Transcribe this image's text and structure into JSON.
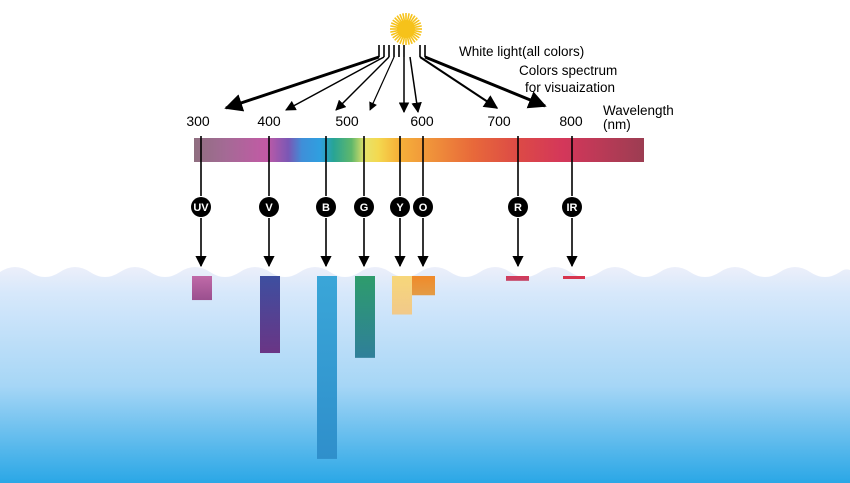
{
  "labels": {
    "white_light": "White light(all colors)",
    "spectrum_line1": "Colors spectrum",
    "spectrum_line2": "for visuaization",
    "wavelength_line1": "Wavelength",
    "wavelength_line2": "(nm)"
  },
  "ticks": [
    "300",
    "400",
    "500",
    "600",
    "700",
    "800"
  ],
  "bands": [
    {
      "id": "uv",
      "label": "UV",
      "color_top": "#c06aa8",
      "color_bottom": "#9a4f8e",
      "depth": 0.05
    },
    {
      "id": "v",
      "label": "V",
      "color_top": "#3d4fa0",
      "color_bottom": "#6a3585",
      "depth": 0.16
    },
    {
      "id": "b",
      "label": "B",
      "color_top": "#3aa6d8",
      "color_bottom": "#2f8fcb",
      "depth": 0.38
    },
    {
      "id": "g",
      "label": "G",
      "color_top": "#2e9c6c",
      "color_bottom": "#2f7f9a",
      "depth": 0.17
    },
    {
      "id": "y",
      "label": "Y",
      "color_top": "#f7d77a",
      "color_bottom": "#f1c98a",
      "depth": 0.08
    },
    {
      "id": "o",
      "label": "O",
      "color_top": "#f08a2a",
      "color_bottom": "#e39b45",
      "depth": 0.04
    },
    {
      "id": "r",
      "label": "R",
      "color_top": "#d43a5a",
      "color_bottom": "#c44466",
      "depth": 0.01
    },
    {
      "id": "ir",
      "label": "IR",
      "color_top": "#d7364f",
      "color_bottom": "#d7364f",
      "depth": 0.005
    }
  ],
  "colors": {
    "sun": "#f6c21a",
    "water_top": "#e9eefb",
    "water_bottom": "#2aa7e6",
    "badge": "#000000"
  }
}
